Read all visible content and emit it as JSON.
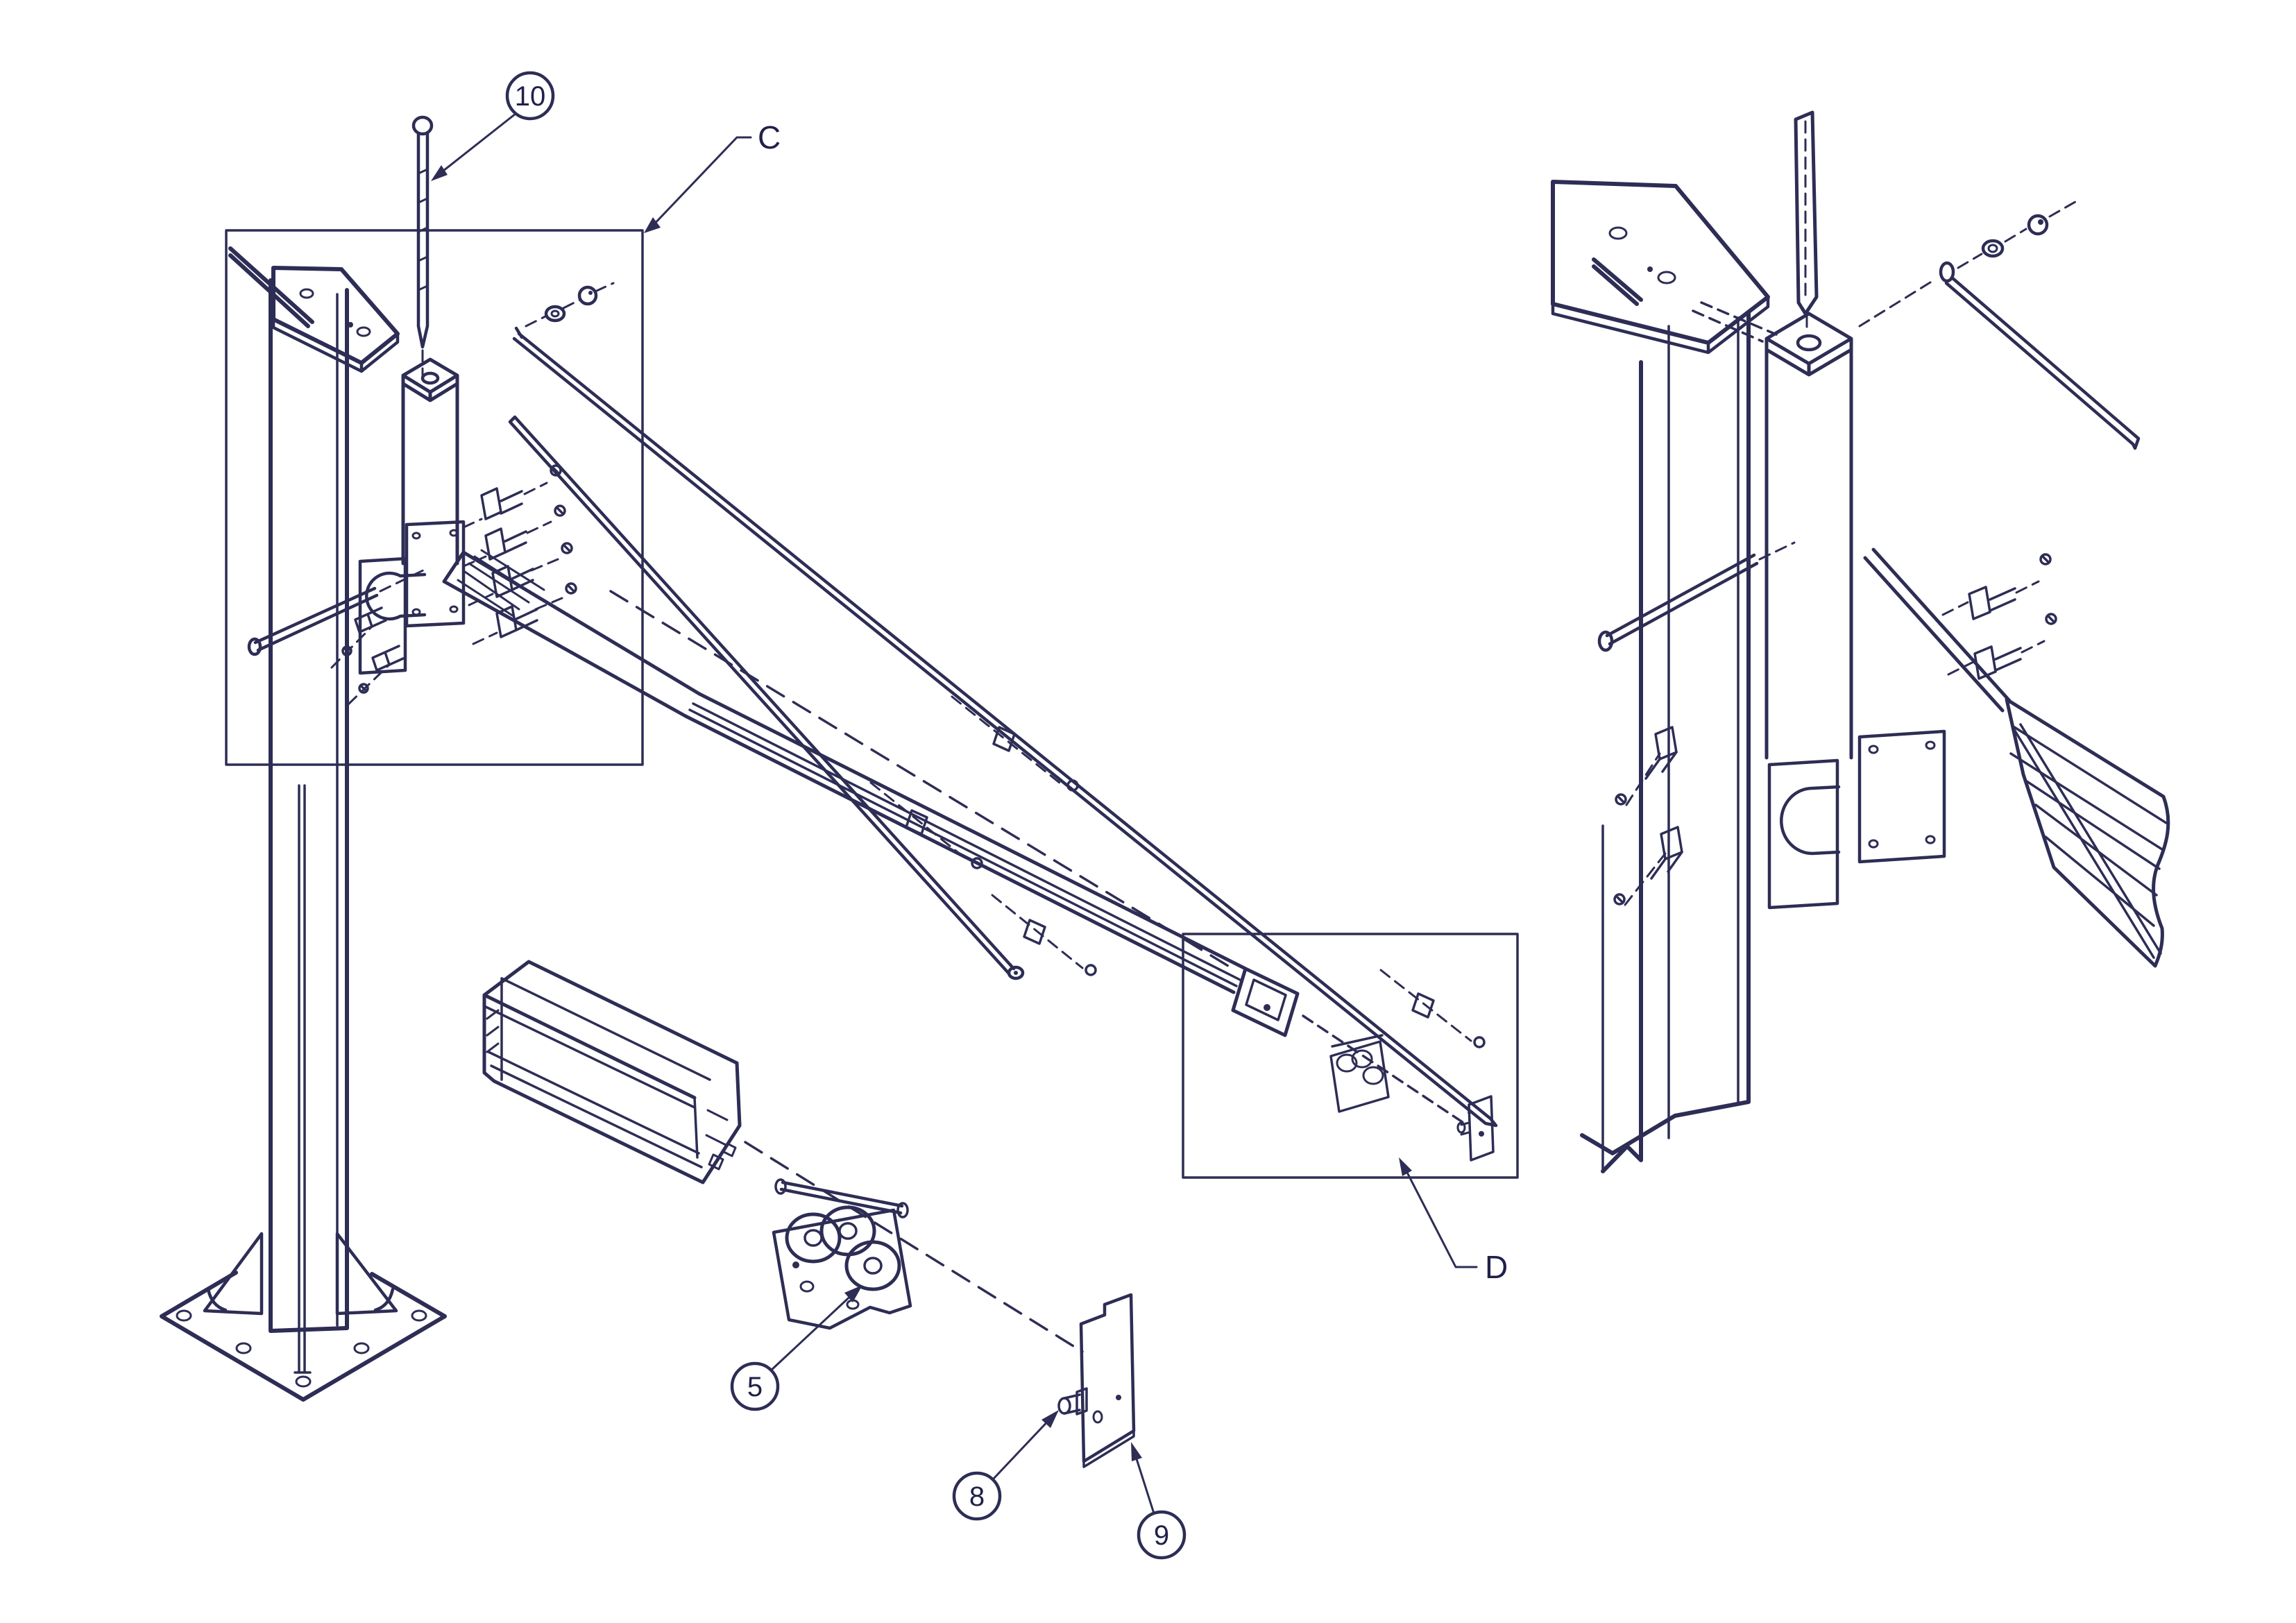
{
  "drawing": {
    "title": "exploded-assembly-technical-drawing",
    "background": "#ffffff",
    "ink_color": "#2d2d55",
    "callouts": {
      "item10": {
        "label": "10"
      },
      "item5": {
        "label": "5"
      },
      "item8": {
        "label": "8"
      },
      "item9": {
        "label": "9"
      }
    },
    "detail_views": {
      "c": {
        "label": "C"
      },
      "d": {
        "label": "D"
      }
    }
  }
}
